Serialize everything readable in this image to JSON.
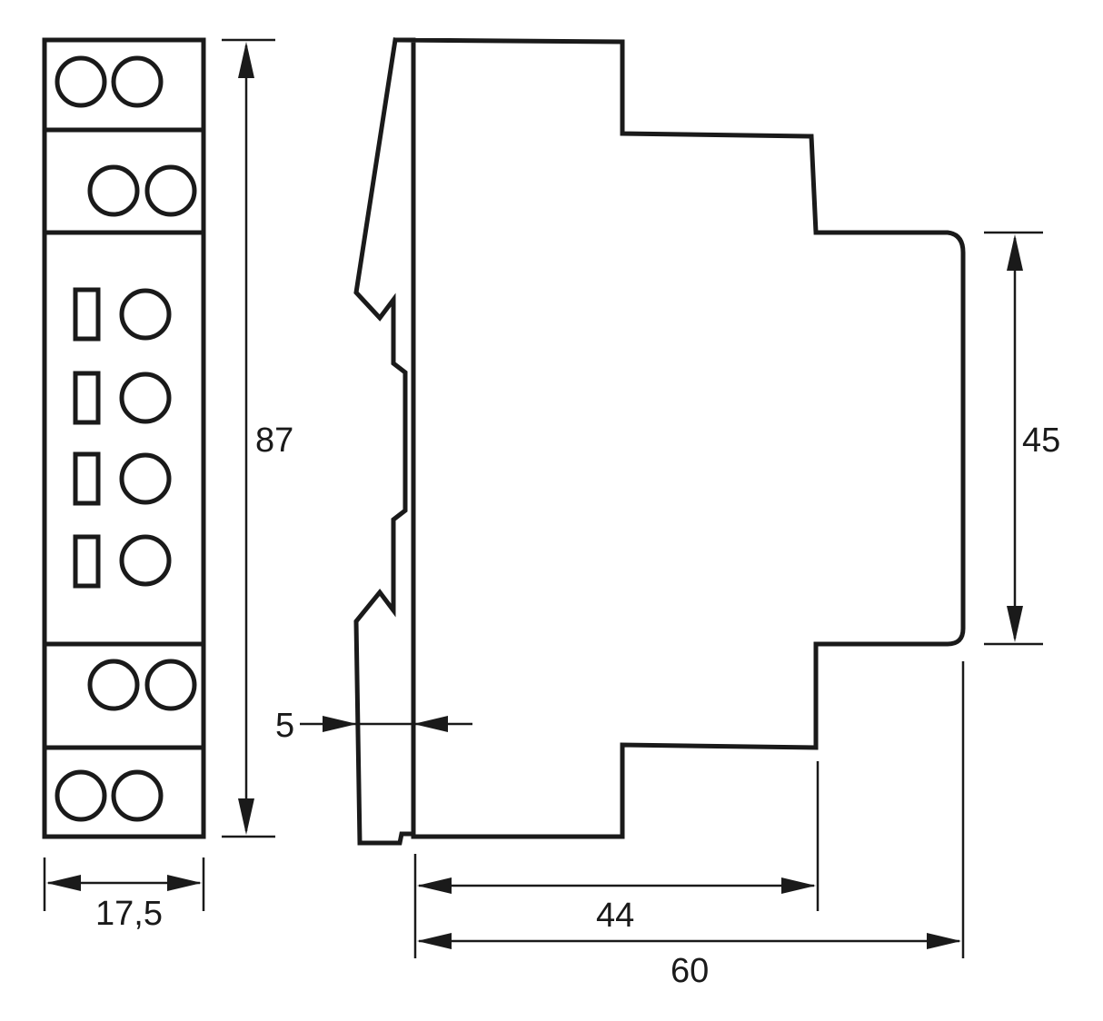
{
  "dimensions": {
    "height": "87",
    "width": "17,5",
    "terminal_height": "45",
    "rail_offset": "5",
    "depth_shoulder": "44",
    "depth_total": "60"
  }
}
